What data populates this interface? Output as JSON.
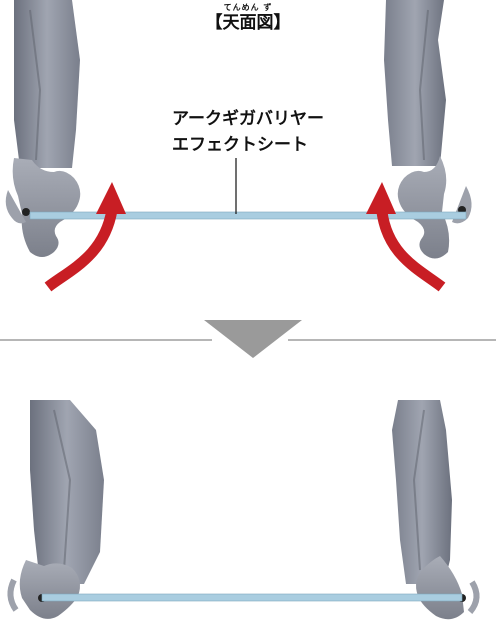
{
  "header": {
    "title": "【天面図】",
    "title_reading": "てんめん ず"
  },
  "callout": {
    "line1": "アークギガバリヤー",
    "line2": "エフェクトシート"
  },
  "colors": {
    "background": "#ffffff",
    "arm": "#8a8f9c",
    "sheet": "#a9cde0",
    "arrow": "#c81e24",
    "divider": "#8a8a8a"
  },
  "icons": {
    "rotate_left": "rotate-arrow-icon",
    "rotate_right": "rotate-arrow-icon",
    "transition": "triangle-down-icon"
  }
}
